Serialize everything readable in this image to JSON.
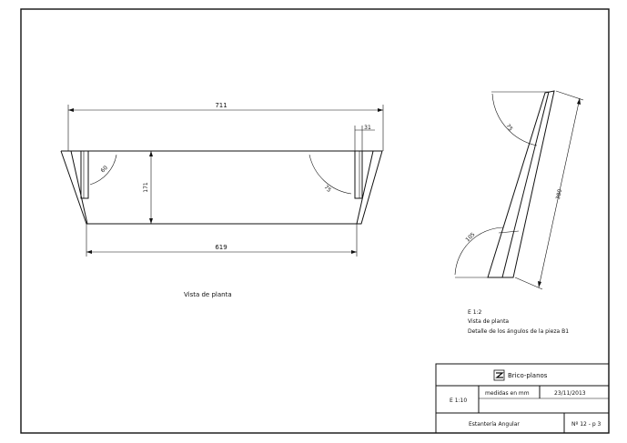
{
  "plan_view": {
    "dimensions": {
      "overall_width": "711",
      "inner_width": "619",
      "depth": "171",
      "profile_width": "31",
      "angle_left": "60",
      "angle_right": "75"
    },
    "caption": "Vista de planta"
  },
  "detail_view": {
    "dimensions": {
      "angle_top": "75",
      "angle_bottom": "105",
      "length": "380"
    },
    "notes": [
      "E 1:2",
      "Vista de planta",
      "Detalle de los ángulos de la pieza B1"
    ]
  },
  "title_block": {
    "logo_text": "Brico-planos",
    "scale": "E 1:10",
    "units": "medidas en mm",
    "date": "23/11/2013",
    "title": "Estantería Angular",
    "sheet_id": "Nº 12 - p 3"
  }
}
